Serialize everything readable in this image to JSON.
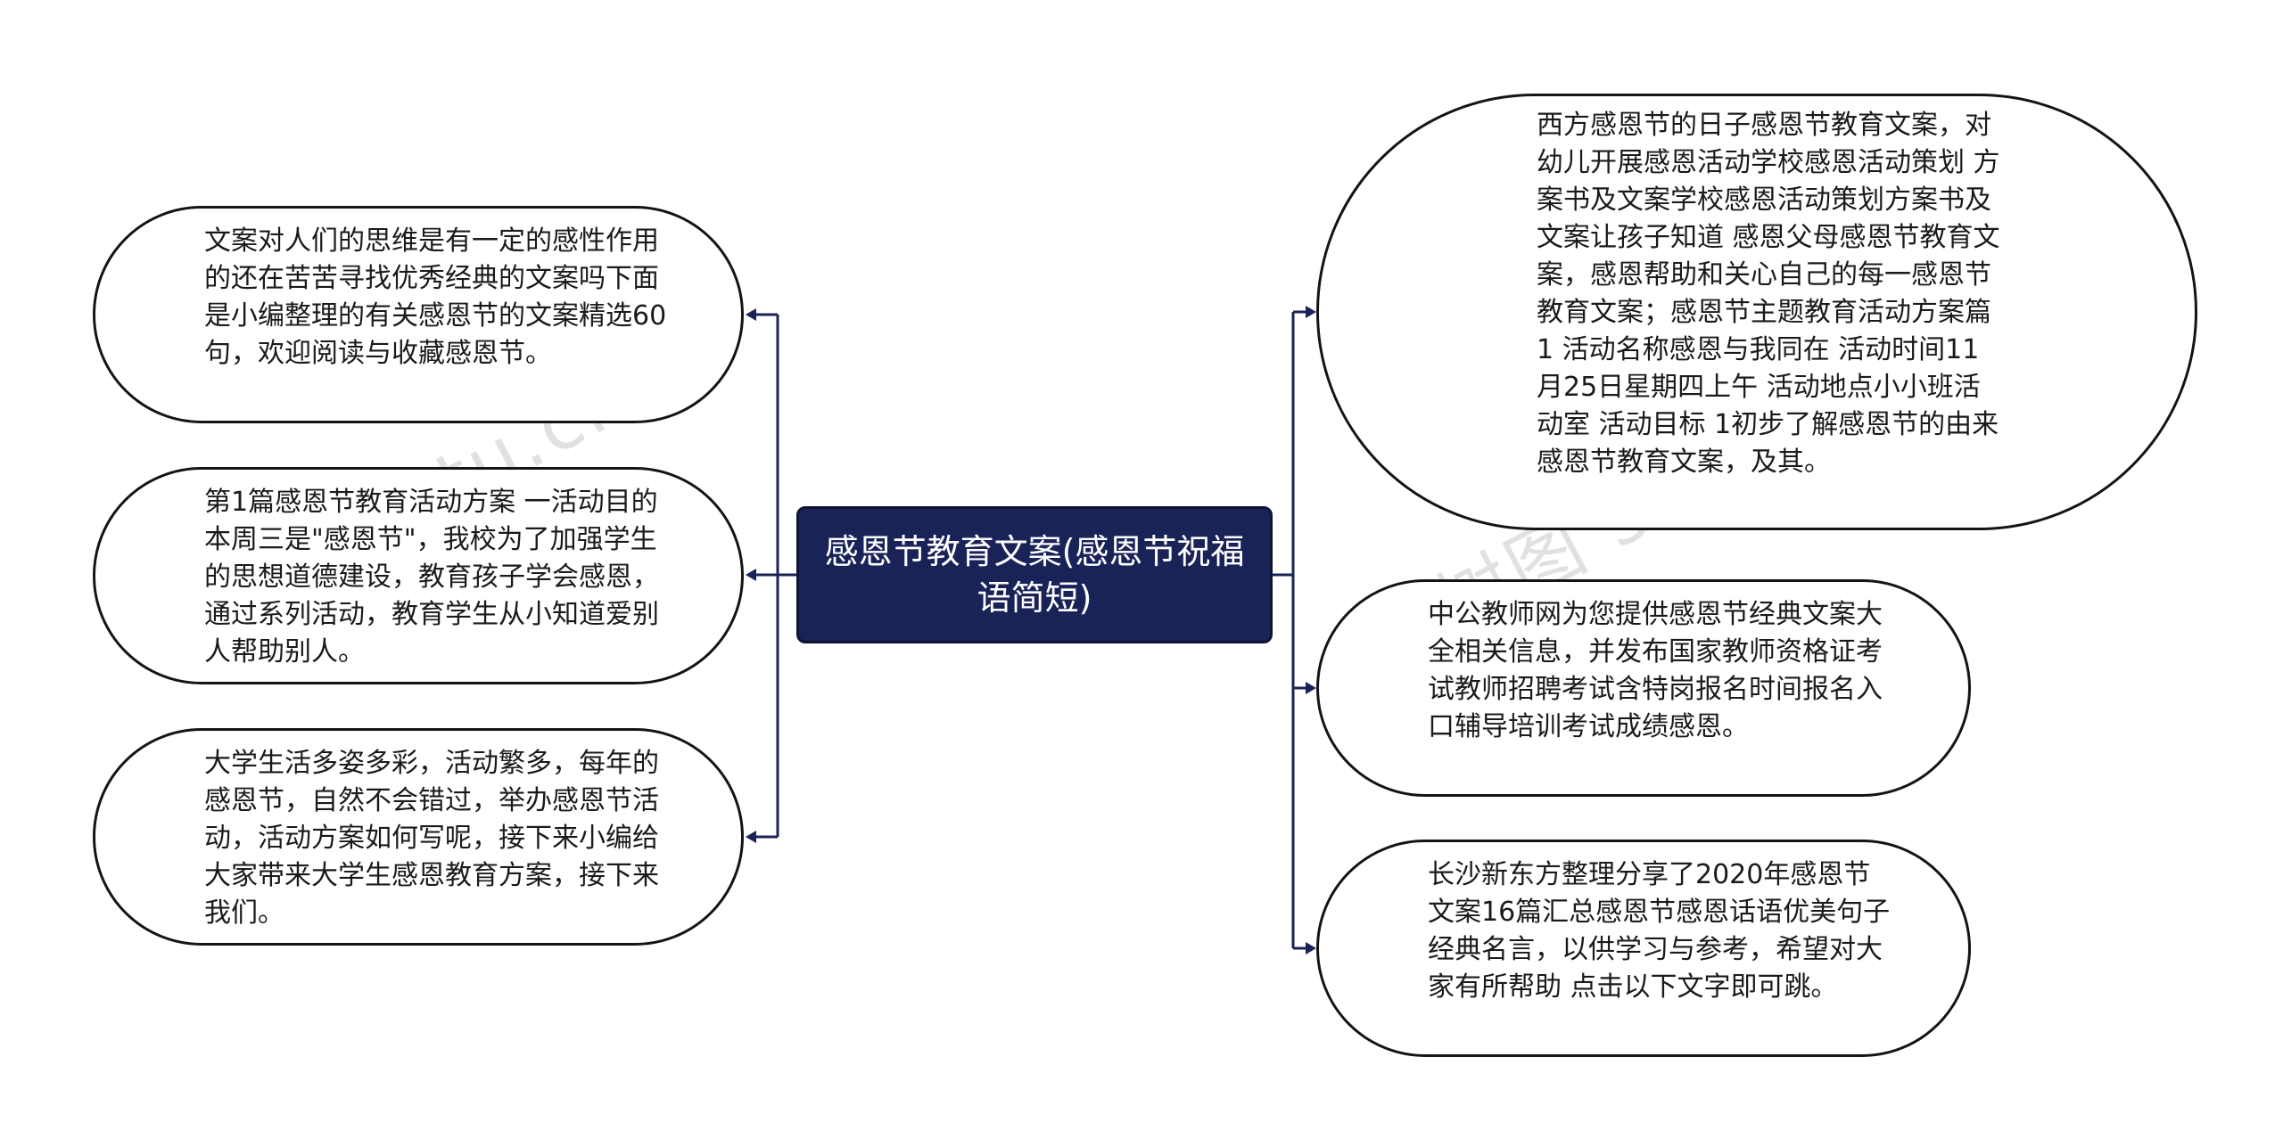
{
  "root": {
    "label": "感恩节教育文案(感恩节祝福语简短)"
  },
  "nodes": {
    "left": [
      {
        "text": "文案对人们的思维是有一定的感性作用的还在苦苦寻找优秀经典的文案吗下面是小编整理的有关感恩节的文案精选60句，欢迎阅读与收藏感恩节。"
      },
      {
        "text": "第1篇感恩节教育活动方案 一活动目的 本周三是\"感恩节\"，我校为了加强学生的思想道德建设，教育孩子学会感恩，通过系列活动，教育学生从小知道爱别人帮助别人。"
      },
      {
        "text": "大学生活多姿多彩，活动繁多，每年的感恩节，自然不会错过，举办感恩节活动，活动方案如何写呢，接下来小编给大家带来大学生感恩教育方案，接下来我们。"
      }
    ],
    "right": [
      {
        "text": "西方感恩节的日子感恩节教育文案，对幼儿开展感恩活动学校感恩活动策划 方案书及文案学校感恩活动策划方案书及文案让孩子知道 感恩父母感恩节教育文案，感恩帮助和关心自己的每一感恩节教育文案；感恩节主题教育活动方案篇1 活动名称感恩与我同在 活动时间11月25日星期四上午 活动地点小小班活动室 活动目标 1初步了解感恩节的由来感恩节教育文案，及其。"
      },
      {
        "text": "中公教师网为您提供感恩节经典文案大全相关信息，并发布国家教师资格证考试教师招聘考试含特岗报名时间报名入口辅导培训考试成绩感恩。"
      },
      {
        "text": "长沙新东方整理分享了2020年感恩节文案16篇汇总感恩节感恩话语优美句子经典名言，以供学习与参考，希望对大家有所帮助 点击以下文字即可跳。"
      }
    ]
  },
  "watermark": {
    "left": "shutu.cn",
    "right": "树图 shutu.cn"
  },
  "colors": {
    "root_fill": "#1a2358",
    "line": "#1a2358",
    "node_border": "#141414"
  }
}
